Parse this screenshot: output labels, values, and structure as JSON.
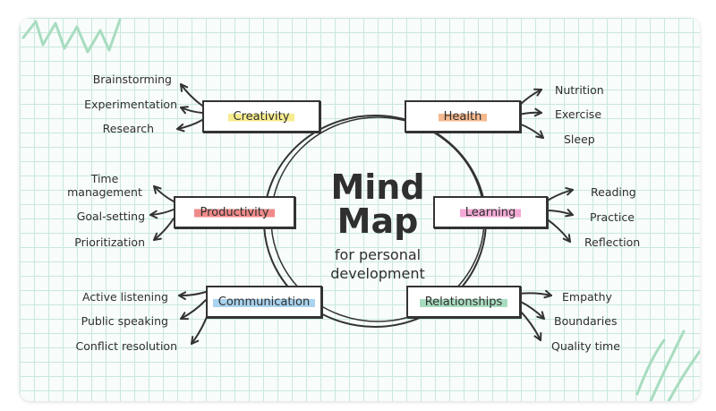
{
  "center": {
    "title_line1": "Mind",
    "title_line2": "Map",
    "subtitle_line1": "for personal",
    "subtitle_line2": "development"
  },
  "colors": {
    "creativity": "#f7ec8f",
    "health": "#f6b98e",
    "productivity": "#f08a8a",
    "learning": "#f2a9d6",
    "communication": "#a9d3ee",
    "relationships": "#a8dcc0",
    "grid": "#c9e8dd",
    "ink": "#2f2f2f"
  },
  "branches": {
    "creativity": {
      "label": "Creativity",
      "leaves": [
        "Brainstorming",
        "Experimentation",
        "Research"
      ]
    },
    "health": {
      "label": "Health",
      "leaves": [
        "Nutrition",
        "Exercise",
        "Sleep"
      ]
    },
    "productivity": {
      "label": "Productivity",
      "leaves": [
        "Time management",
        "Goal-setting",
        "Prioritization"
      ],
      "leaf0_line1": "Time",
      "leaf0_line2": "management"
    },
    "learning": {
      "label": "Learning",
      "leaves": [
        "Reading",
        "Practice",
        "Reflection"
      ]
    },
    "communication": {
      "label": "Communication",
      "leaves": [
        "Active listening",
        "Public speaking",
        "Conflict resolution"
      ]
    },
    "relationships": {
      "label": "Relationships",
      "leaves": [
        "Empathy",
        "Boundaries",
        "Quality time"
      ]
    }
  }
}
